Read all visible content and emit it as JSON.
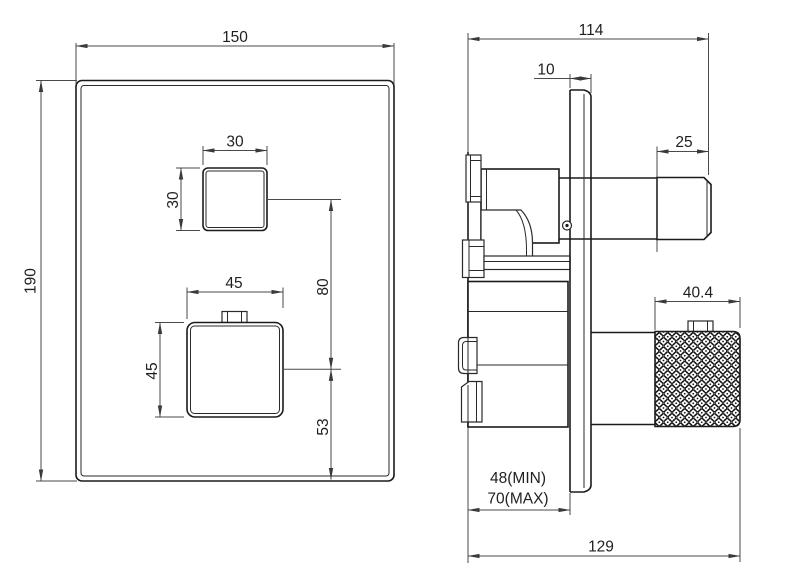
{
  "drawing": {
    "type": "technical-dimension-drawing",
    "subject": "concealed thermostatic shower mixer valve, front and side views",
    "background": "#ffffff",
    "line_color": "#1b1b1b",
    "dimension_line_color": "#4a4a4a",
    "views": {
      "front": "front-view (wall plate 150 x 190 with two square knobs)",
      "side": "side-view (valve body, wall plate, two knob stems)"
    },
    "dimensions": {
      "plate_width": "150",
      "plate_height": "190",
      "knob1_width": "30",
      "knob1_height": "30",
      "knob2_width": "45",
      "knob2_height": "45",
      "knob_center_distance": "80",
      "knob2_bottom_distance": "53",
      "total_depth": "114",
      "plate_thickness": "10",
      "knob1_depth": "25",
      "knob2_depth": "40.4",
      "recess_min": "48(MIN)",
      "recess_max": "70(MAX)",
      "installed_depth": "129"
    }
  }
}
